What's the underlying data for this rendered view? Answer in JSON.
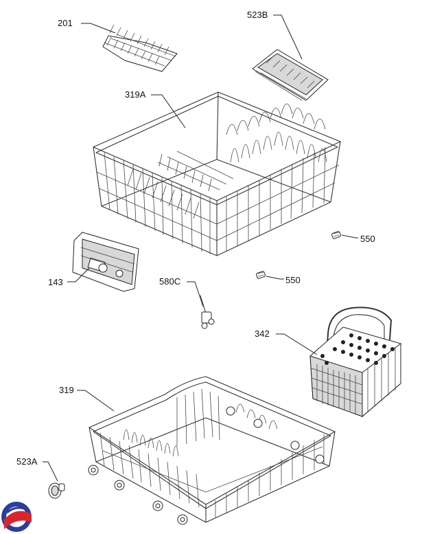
{
  "callouts": {
    "c201": "201",
    "c523B": "523B",
    "c319A": "319A",
    "c550a": "550",
    "c550b": "550",
    "c143": "143",
    "c580C": "580C",
    "c342": "342",
    "c319": "319",
    "c523A": "523A"
  },
  "colors": {
    "line": "#222222",
    "logo_blue": "#2a3f9a",
    "logo_red": "#d8262f"
  }
}
